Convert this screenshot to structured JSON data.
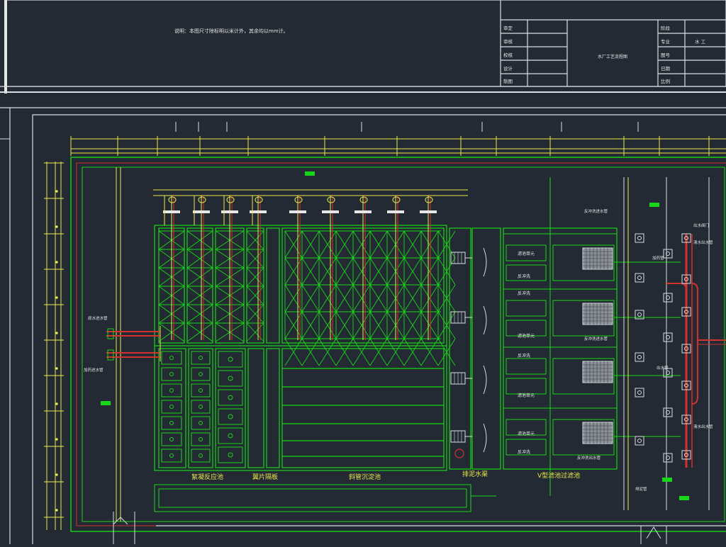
{
  "note": "说明：本图尺寸除标明以米计外，其余均以mm计。",
  "drawing_title": "水厂工艺流程图",
  "title_block": {
    "left_labels": [
      "审定",
      "审核",
      "校核",
      "设计",
      "制图"
    ],
    "right_labels": [
      "阶段",
      "专业",
      "图号",
      "日期",
      "比例"
    ],
    "right_values": [
      "",
      "水  工",
      "",
      "",
      ""
    ]
  },
  "section_labels": [
    "絮凝反应池",
    "翼片隔板",
    "斜管沉淀池",
    "排泥水渠",
    "V型滤池过滤池"
  ],
  "filter_cell_labels": [
    "滤池单元",
    "反冲洗",
    "反冲洗",
    "滤池单元",
    "反冲洗",
    "滤池单元",
    "滤池单元",
    "反冲洗"
  ],
  "pipe_callouts": [
    "原水进水管",
    "加药进水管",
    "加药管",
    "反冲洗进水管",
    "出水阀门",
    "清水出水管",
    "反冲洗进水管",
    "反冲洗出水管",
    "出水管",
    "排泥管",
    "清水出水管"
  ],
  "colors": {
    "background": "#232a33",
    "line_white": "#d9dde2",
    "structure_green": "#17d617",
    "dimension_yellow": "#e8e84a",
    "pipe_red": "#d33030"
  }
}
